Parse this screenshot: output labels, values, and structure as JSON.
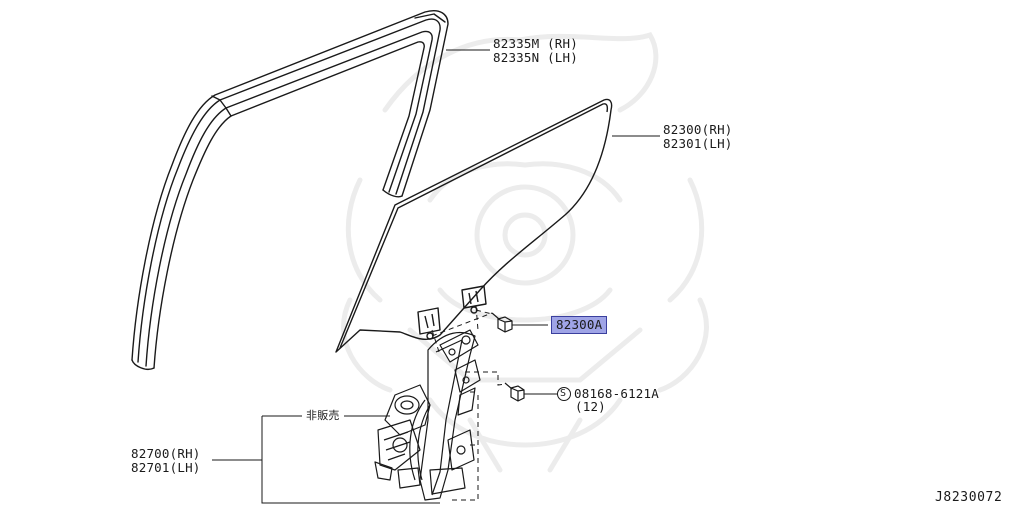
{
  "parts": {
    "sash_rh": "82335M (RH)",
    "sash_lh": "82335N (LH)",
    "glass_rh": "82300(RH)",
    "glass_lh": "82301(LH)",
    "glass_bolt": "82300A",
    "bolt_symbol": "S",
    "bolt_code": "08168-6121A",
    "bolt_qty": "(12)",
    "regulator_note": "非販売",
    "regulator_rh": "82700(RH)",
    "regulator_lh": "82701(LH)"
  },
  "diagram_id": "J8230072",
  "colors": {
    "highlight_fill": "#9fa4e6",
    "highlight_border": "#3a3f9e",
    "line": "#1a1a1a",
    "watermark": "#eeeeee"
  }
}
